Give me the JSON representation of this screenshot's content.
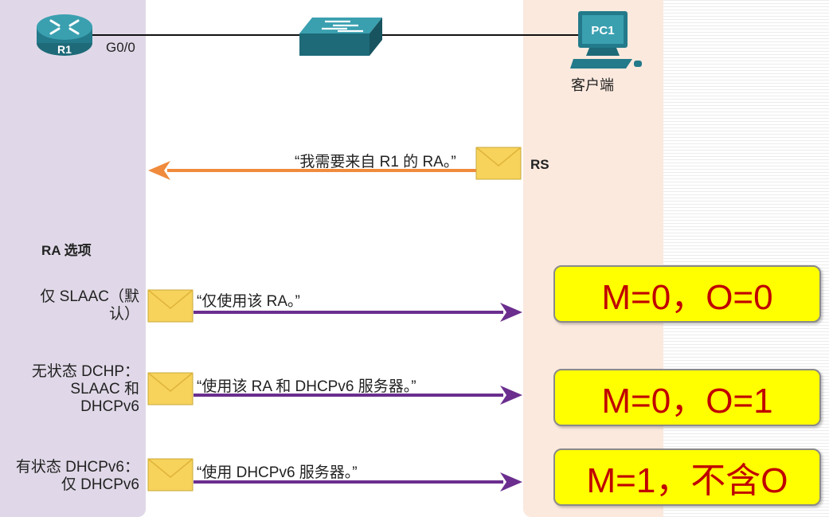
{
  "top": {
    "router_label": "R1",
    "interface_label": "G0/0",
    "pc_label": "PC1",
    "client_label": "客户端"
  },
  "rs_message": {
    "quote": "“我需要来自 R1 的 RA。”",
    "tag": "RS"
  },
  "ra_options_heading": "RA 选项",
  "options": [
    {
      "label_lines": [
        "仅 SLAAC（默",
        "认）"
      ],
      "quote": "“仅使用该 RA。”",
      "flags": "M=0，O=0"
    },
    {
      "label_lines": [
        "无状态 DCHP：",
        "SLAAC 和",
        "DHCPv6"
      ],
      "quote": "“使用该 RA 和 DHCPv6 服务器。”",
      "flags": "M=0，O=1"
    },
    {
      "label_lines": [
        "有状态 DHCPv6：",
        "仅 DHCPv6"
      ],
      "quote": "“使用 DHCPv6 服务器。”",
      "flags": "M=1，不含O"
    }
  ],
  "colors": {
    "router_lane": "#e0d8e8",
    "client_lane": "#fbe9de",
    "rs_arrow": "#f08a3c",
    "ra_arrow": "#6b2e8e",
    "flag_box": "#ffff00",
    "flag_text": "#c00000"
  },
  "icons": [
    "router-icon",
    "switch-icon",
    "pc-icon",
    "envelope-icon"
  ]
}
